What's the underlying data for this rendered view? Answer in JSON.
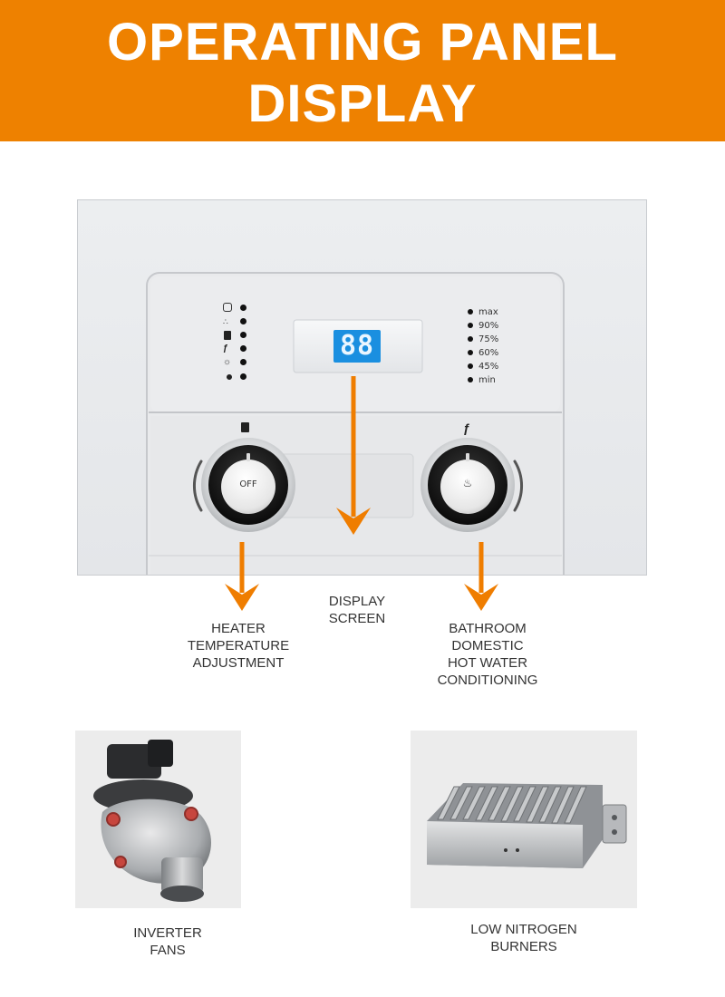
{
  "banner": {
    "title_line1": "OPERATING PANEL",
    "title_line2": "DISPLAY",
    "color": "#ee8100"
  },
  "panel": {
    "display_digits": "88",
    "knob_left_label": "OFF",
    "left_indicators": [
      "lock-icon",
      "dots-icon",
      "radiator-icon",
      "tap-icon",
      "sun-icon",
      "blank"
    ],
    "right_levels": [
      "max",
      "90%",
      "75%",
      "60%",
      "45%",
      "min"
    ],
    "left_knob_icon": "radiator-icon",
    "right_knob_icon": "tap-icon",
    "right_knob_center_icon": "flame-icon"
  },
  "callouts": {
    "heater": [
      "HEATER",
      "TEMPERATURE",
      "ADJUSTMENT"
    ],
    "display": [
      "DISPLAY",
      "SCREEN"
    ],
    "bathroom": [
      "BATHROOM",
      "DOMESTIC",
      "HOT WATER",
      "CONDITIONING"
    ],
    "arrow_color": "#ef7d00"
  },
  "components": {
    "fan": [
      "INVERTER",
      "FANS"
    ],
    "burner": [
      "LOW NITROGEN",
      "BURNERS"
    ]
  }
}
